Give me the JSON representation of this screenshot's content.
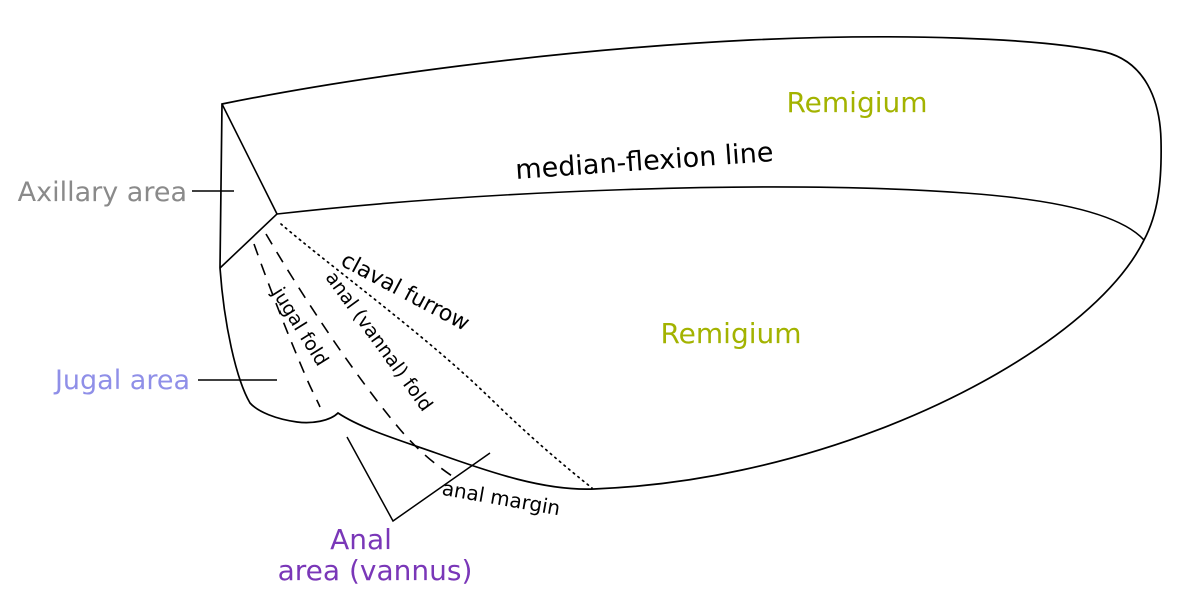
{
  "diagram": {
    "subject": "insect-wing-regions"
  },
  "colors": {
    "line": "#000000",
    "remigium": "#a3b300",
    "axillary": "#8a8a8a",
    "jugal": "#8f8fe8",
    "anal": "#7a37b8"
  },
  "labels": {
    "remigium_top": "Remigium",
    "remigium_lower": "Remigium",
    "median_flexion_line": "median-flexion line",
    "axillary_area": "Axillary area",
    "claval_furrow": "claval furrow",
    "anal_vannal_fold": "anal (vannal) fold",
    "jugal_fold": "jugal fold",
    "jugal_area": "Jugal area",
    "anal_margin": "anal margin",
    "anal_area_line1": "Anal",
    "anal_area_line2": "area (vannus)"
  }
}
